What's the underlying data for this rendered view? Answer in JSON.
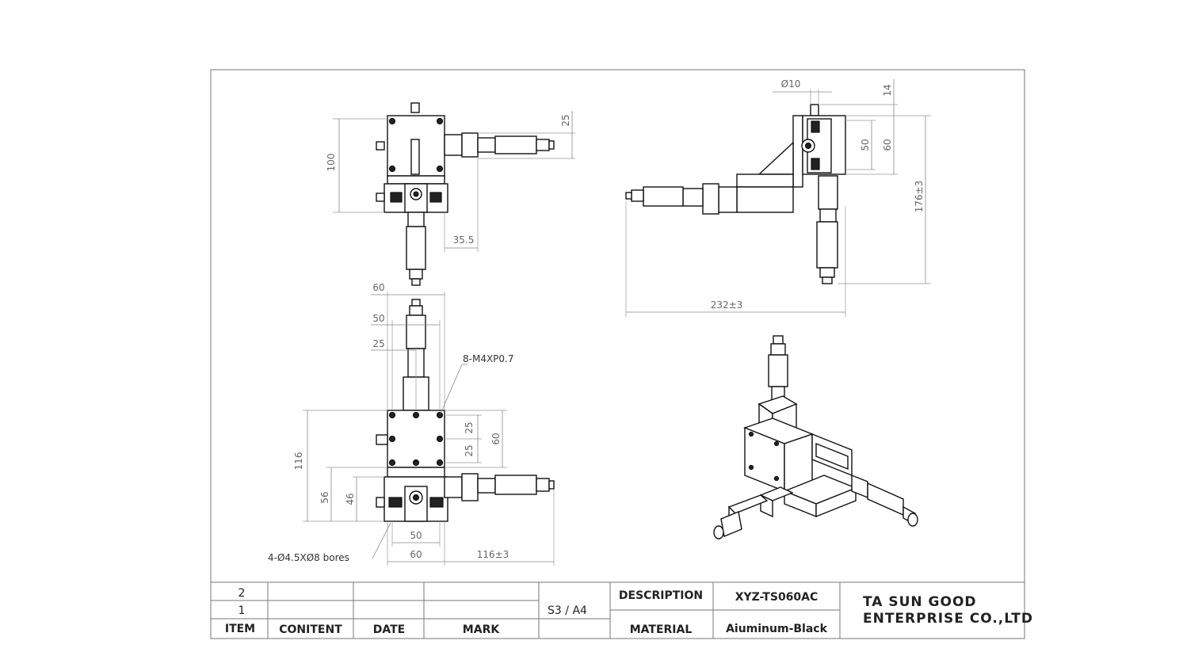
{
  "dimensions": {
    "top_left": {
      "d100": "100",
      "d25": "25",
      "d35_5": "35.5"
    },
    "top_right": {
      "d_phi10": "Ø10",
      "d14": "14",
      "d50": "50",
      "d60": "60",
      "d176": "176±3",
      "d232": "232±3"
    },
    "front": {
      "d60_top": "60",
      "d50_top": "50",
      "d25_top": "25",
      "thread_note": "8-M4XP0.7",
      "d25_a": "25",
      "d25_b": "25",
      "d60_right": "60",
      "d116": "116",
      "d56": "56",
      "d46": "46",
      "d50_bot": "50",
      "d60_bot": "60",
      "d116_3": "116±3",
      "bores_note": "4-Ø4.5XØ8 bores"
    }
  },
  "title_block": {
    "rev_rows": [
      "2",
      "1"
    ],
    "headers": {
      "item": "ITEM",
      "content": "CONITENT",
      "date": "DATE",
      "mark": "MARK"
    },
    "sheet": "S3 / A4",
    "description_label": "DESCRIPTION",
    "description_value": "XYZ-TS060AC",
    "material_label": "MATERIAL",
    "material_value": "Aiuminum-Black",
    "company_line1": "TA SUN GOOD",
    "company_line2": "ENTERPRISE CO.,LTD"
  }
}
